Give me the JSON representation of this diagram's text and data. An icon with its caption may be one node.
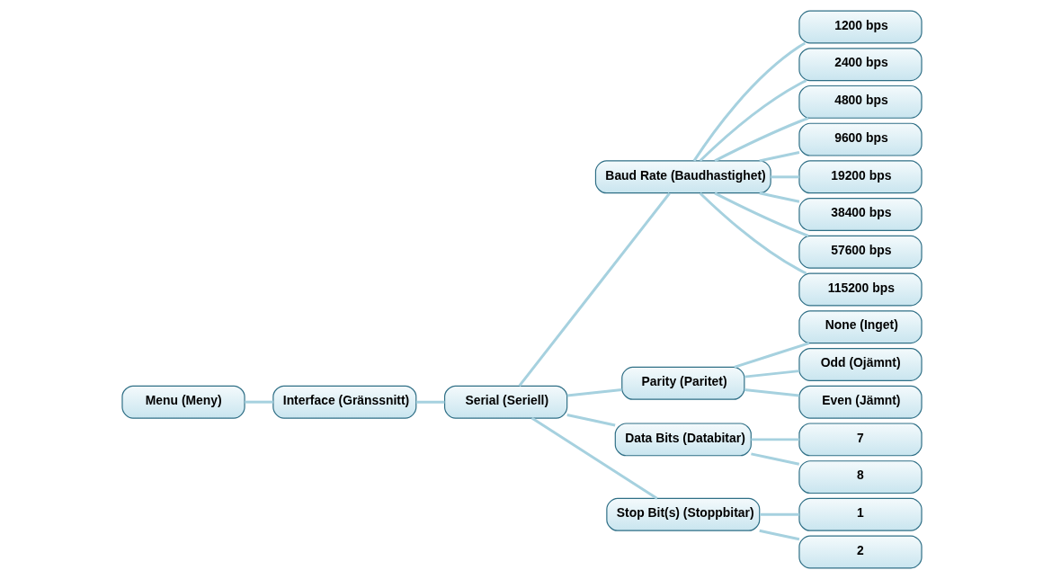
{
  "diagram": {
    "nodes": [
      {
        "text": [
          "Menu (Meny)"
        ]
      },
      {
        "text": [
          "Interface (Gränssnitt)"
        ]
      },
      {
        "text": [
          "Serial (Seriell)"
        ]
      },
      {
        "text": [
          "Baud Rate (Baudhastighet)"
        ]
      },
      {
        "text": [
          "1200 bps"
        ]
      },
      {
        "text": [
          "2400 bps"
        ]
      },
      {
        "text": [
          "4800 bps"
        ]
      },
      {
        "text": [
          "9600 bps"
        ]
      },
      {
        "text": [
          "19200 bps"
        ]
      },
      {
        "text": [
          "38400 bps"
        ]
      },
      {
        "text": [
          "57600 bps"
        ]
      },
      {
        "text": [
          "115200 bps"
        ]
      },
      {
        "text": [
          "Parity (Paritet)"
        ]
      },
      {
        "text": [
          "None (Inget)"
        ]
      },
      {
        "text": [
          "Odd (Ojämnt)"
        ]
      },
      {
        "text": [
          "Even (Jämnt)"
        ]
      },
      {
        "text": [
          "Data Bits (Databitar)"
        ]
      },
      {
        "text": [
          "7"
        ]
      },
      {
        "text": [
          "8"
        ]
      },
      {
        "text": [
          "Stop Bit(s) (Stoppbitar)"
        ]
      },
      {
        "text": [
          "1"
        ]
      },
      {
        "text": [
          "2"
        ]
      }
    ],
    "edges": [
      {
        "from": 0,
        "to": 1,
        "arrow": "none"
      },
      {
        "from": 1,
        "to": 2,
        "arrow": "none"
      },
      {
        "from": 2,
        "to": 3,
        "arrow": "none"
      },
      {
        "from": 2,
        "to": 12,
        "arrow": "none"
      },
      {
        "from": 2,
        "to": 16,
        "arrow": "none"
      },
      {
        "from": 2,
        "to": 19,
        "arrow": "none"
      },
      {
        "from": 3,
        "to": 4,
        "arrow": "none"
      },
      {
        "from": 3,
        "to": 5,
        "arrow": "none"
      },
      {
        "from": 3,
        "to": 6,
        "arrow": "none"
      },
      {
        "from": 3,
        "to": 7,
        "arrow": "none"
      },
      {
        "from": 3,
        "to": 8,
        "arrow": "none"
      },
      {
        "from": 3,
        "to": 9,
        "arrow": "none"
      },
      {
        "from": 3,
        "to": 10,
        "arrow": "none"
      },
      {
        "from": 3,
        "to": 11,
        "arrow": "none"
      },
      {
        "from": 12,
        "to": 13,
        "arrow": "none"
      },
      {
        "from": 12,
        "to": 14,
        "arrow": "none"
      },
      {
        "from": 12,
        "to": 15,
        "arrow": "none"
      },
      {
        "from": 16,
        "to": 17,
        "arrow": "none"
      },
      {
        "from": 16,
        "to": 18,
        "arrow": "none"
      },
      {
        "from": 19,
        "to": 20,
        "arrow": "none"
      },
      {
        "from": 19,
        "to": 21,
        "arrow": "none"
      }
    ]
  }
}
